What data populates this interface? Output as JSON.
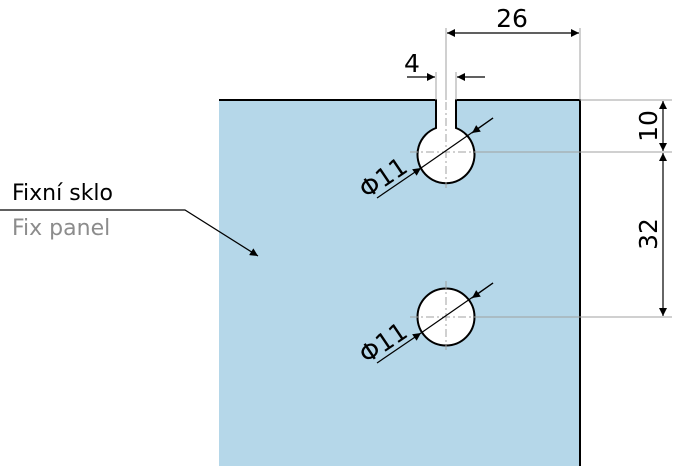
{
  "labels": {
    "czech": "Fixní sklo",
    "english": "Fix panel"
  },
  "dimensions": {
    "slot_offset": "26",
    "slot_width": "4",
    "top_hole_offset": "10",
    "hole_spacing": "32",
    "hole1_diameter": "Φ11",
    "hole2_diameter": "Φ11"
  },
  "colors": {
    "panel": "#b5d7e9",
    "secondary_text": "#8c8c8c",
    "extension_lines": "#a0a0a0"
  }
}
